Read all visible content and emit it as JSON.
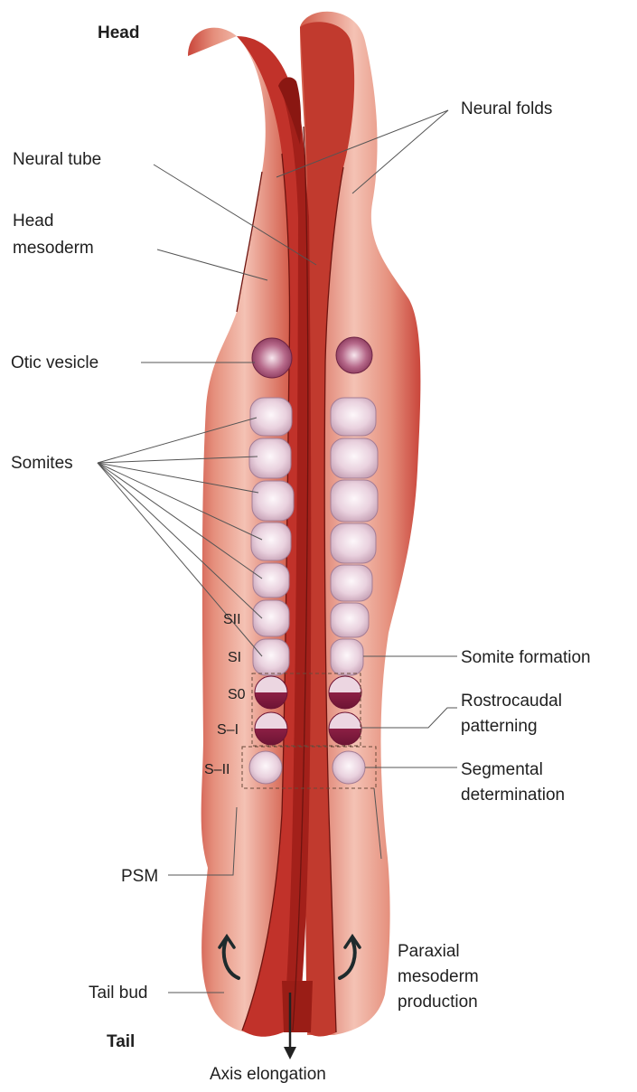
{
  "labels": {
    "head": "Head",
    "tail": "Tail",
    "neural_folds": "Neural folds",
    "neural_tube": "Neural tube",
    "head_mesoderm_1": "Head",
    "head_mesoderm_2": "mesoderm",
    "otic_vesicle": "Otic vesicle",
    "somites": "Somites",
    "s_ii_upper": "SII",
    "s_i_upper": "SI",
    "s_0": "S0",
    "s_minus_i": "S–I",
    "s_minus_ii": "S–II",
    "somite_formation": "Somite formation",
    "rostrocaudal_1": "Rostrocaudal",
    "rostrocaudal_2": "patterning",
    "segmental_1": "Segmental",
    "segmental_2": "determination",
    "psm": "PSM",
    "paraxial_1": "Paraxial",
    "paraxial_2": "mesoderm",
    "paraxial_3": "production",
    "tail_bud": "Tail bud",
    "axis_elongation": "Axis elongation"
  },
  "colors": {
    "embryo_outer": "#c9453a",
    "embryo_light": "#f4c2b4",
    "neural_fold": "#c1322a",
    "neural_tube": "#a3201a",
    "somite_fill": "#ead3df",
    "somite_edge": "#a47d95",
    "otic_fill": "#9e4e6e",
    "forming_somite": "#8c1f44",
    "leader_line": "#555555"
  }
}
